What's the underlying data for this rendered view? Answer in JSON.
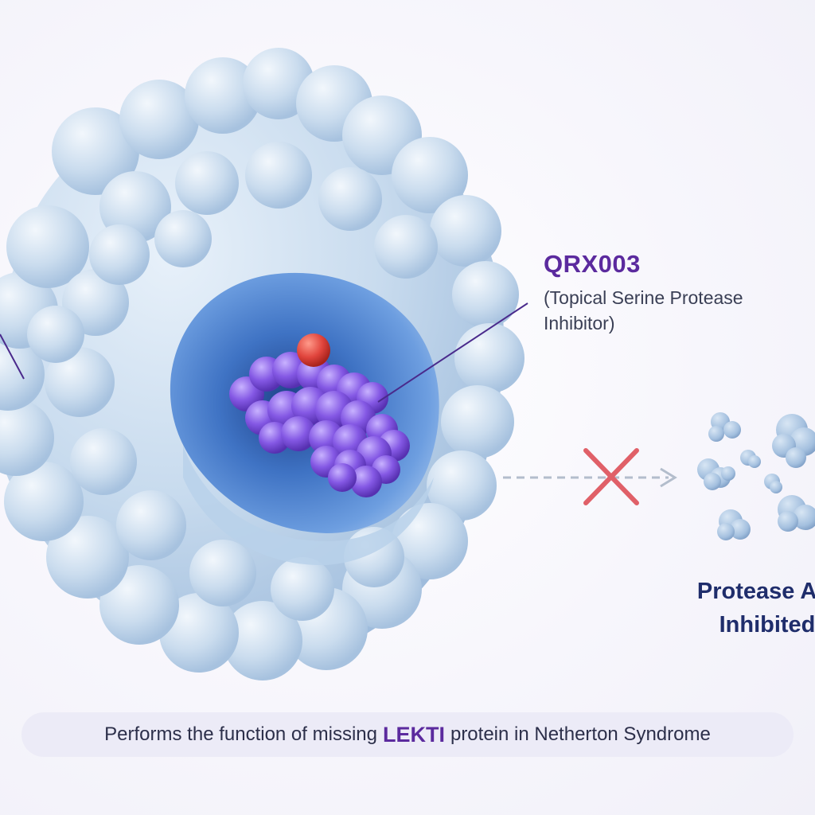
{
  "colors": {
    "accent_purple": "#5b2a9e",
    "navy": "#1f2d6b",
    "protein_body": "#c9dcee",
    "protein_pocket": "#5a8fd6",
    "molecule_purple": "#8a5fe0",
    "molecule_red": "#e0443c",
    "block_mark": "#e06068",
    "fragments": "#a9c4e2"
  },
  "icons": {
    "protein": "protein-surface-icon",
    "inhibitor": "inhibitor-molecule-icon",
    "block": "x-mark-icon",
    "fragments": "protein-fragment-icon"
  },
  "callout": {
    "drug_name": "QRX003",
    "description": "(Topical Serine Protease Inhibitor)"
  },
  "result": {
    "line1": "Protease Act",
    "line2": "Inhibited"
  },
  "footer": {
    "prefix": "Performs the function of missing",
    "highlight": "LEKTI",
    "suffix": "protein in Netherton Syndrome"
  }
}
